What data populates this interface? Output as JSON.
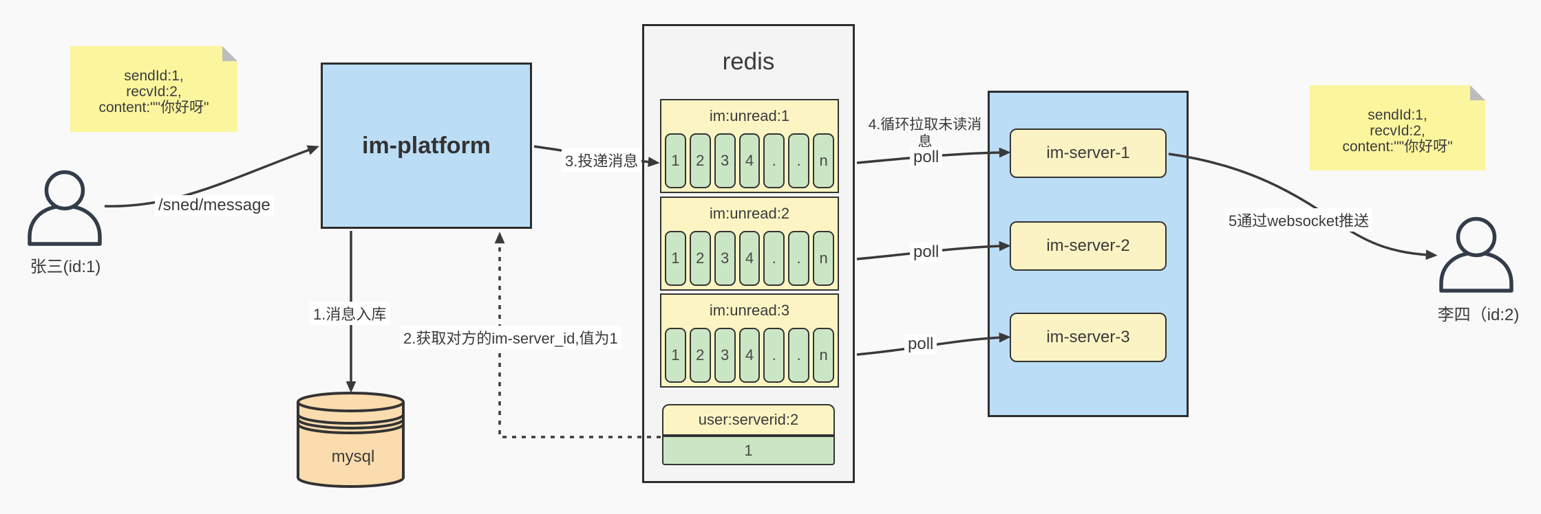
{
  "canvas": {
    "bg": "#f9f9f9"
  },
  "colors": {
    "box_blue": "#bcddf6",
    "note_yellow": "#fbf59d",
    "block_yellow": "#fcf5c3",
    "cell_green": "#cbe6c4",
    "db_orange": "#fbdcae",
    "line": "#3a3a3a"
  },
  "actors": {
    "sender": {
      "label": "张三(id:1)"
    },
    "receiver": {
      "label": "李四（id:2)"
    }
  },
  "notes": {
    "left": {
      "lines": [
        "sendId:1,",
        "recvId:2,",
        "content:\"\"你好呀\""
      ]
    },
    "right": {
      "lines": [
        "sendId:1,",
        "recvId:2,",
        "content:\"\"你好呀\""
      ]
    }
  },
  "platform": {
    "label": "im-platform"
  },
  "database": {
    "label": "mysql"
  },
  "redis": {
    "title": "redis",
    "queues": [
      {
        "header": "im:unread:1",
        "cells": [
          "1",
          "2",
          "3",
          "4",
          ".",
          ".",
          "n"
        ]
      },
      {
        "header": "im:unread:2",
        "cells": [
          "1",
          "2",
          "3",
          "4",
          ".",
          ".",
          "n"
        ]
      },
      {
        "header": "im:unread:3",
        "cells": [
          "1",
          "2",
          "3",
          "4",
          ".",
          ".",
          "n"
        ]
      }
    ],
    "mapping": {
      "header": "user:serverid:2",
      "value": "1"
    }
  },
  "servers": [
    {
      "label": "im-server-1"
    },
    {
      "label": "im-server-2"
    },
    {
      "label": "im-server-3"
    }
  ],
  "edges": {
    "send": "/sned/message",
    "store": "1.消息入库",
    "fetch_serverid": "2.获取对方的im-server_id,值为1",
    "deliver": "3.投递消息",
    "poll_loop": "4.循环拉取未读消息",
    "poll": "poll",
    "push": "5通过websocket推送"
  }
}
